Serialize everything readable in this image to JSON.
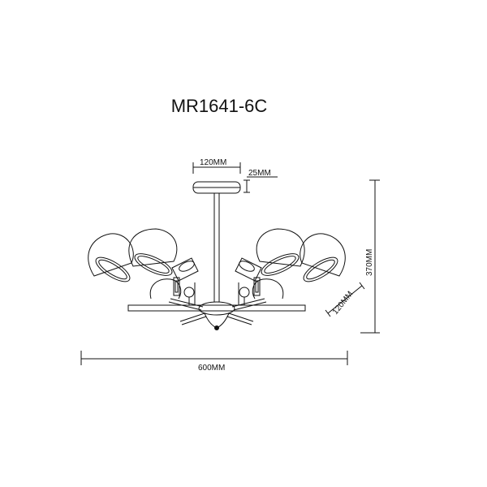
{
  "title": "MR1641-6C",
  "dimensions": {
    "canopy_width": "120MM",
    "canopy_height": "25MM",
    "total_height": "370MM",
    "shade_depth": "120MM",
    "total_width": "600MM"
  },
  "colors": {
    "line": "#111111",
    "background": "#ffffff"
  }
}
